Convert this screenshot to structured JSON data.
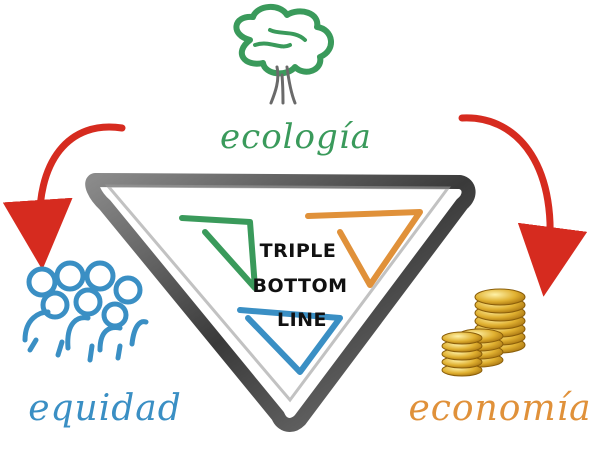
{
  "labels": {
    "ecologia": "ecología",
    "equidad": "equidad",
    "economia": "economía"
  },
  "center": {
    "line1": "TRIPLE",
    "line2": "BOTTOM",
    "line3": "LINE"
  },
  "colors": {
    "ecologia": "#3a9a5b",
    "equidad": "#3a8fc4",
    "economia": "#e0913a",
    "arrows": "#d62b1f",
    "frame": "#4a4a4a",
    "coins": "#d9a528"
  },
  "icons": [
    "tree-icon",
    "people-icon",
    "coins-icon",
    "curved-arrow-icon"
  ]
}
